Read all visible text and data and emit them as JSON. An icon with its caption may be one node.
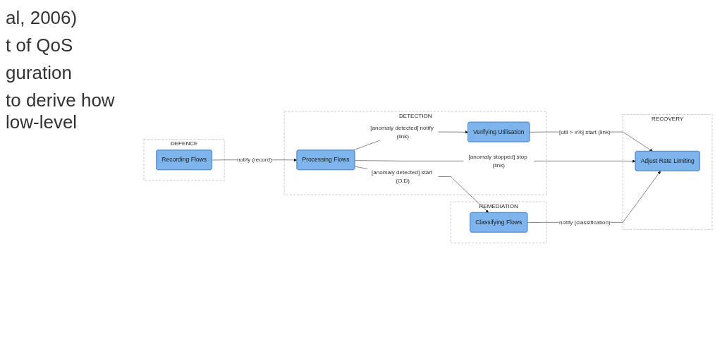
{
  "diagram": {
    "nodes": [
      {
        "text": [
          "DEFENCE"
        ]
      },
      {
        "text": [
          "Recording Flows"
        ],
        "in": 0
      },
      {
        "text": [
          "DETECTION"
        ]
      },
      {
        "text": [
          "Verifying Utilisation"
        ],
        "in": 2
      },
      {
        "text": [
          "Processing Flows"
        ],
        "in": 2
      },
      {
        "text": [
          "RECOVERY"
        ]
      },
      {
        "text": [
          "Adjust Rate Limiting"
        ],
        "in": 5
      },
      {
        "text": [
          "REMEDIATION"
        ]
      },
      {
        "text": [
          "Classifying Flows"
        ],
        "in": 7
      }
    ],
    "edges": [
      {
        "from": 1,
        "to": 4,
        "arrow": "to",
        "label": "notify (record)"
      },
      {
        "from": 4,
        "to": 3,
        "arrow": "to",
        "label": "[anomaly detected] notify (link)"
      },
      {
        "from": 3,
        "to": 6,
        "arrow": "to",
        "label": "[util > x%] start (link)"
      },
      {
        "from": 4,
        "to": 6,
        "arrow": "to",
        "label": "[anomaly stopped] stop (link)"
      },
      {
        "from": 4,
        "to": 8,
        "arrow": "to",
        "label": "[anomaly detected] start (O,D)"
      },
      {
        "from": 8,
        "to": 6,
        "arrow": "to",
        "label": "notify (classification)"
      }
    ],
    "labels": [
      "al, 2006)",
      "t of QoS",
      "guration",
      "to derive how low-level"
    ]
  }
}
